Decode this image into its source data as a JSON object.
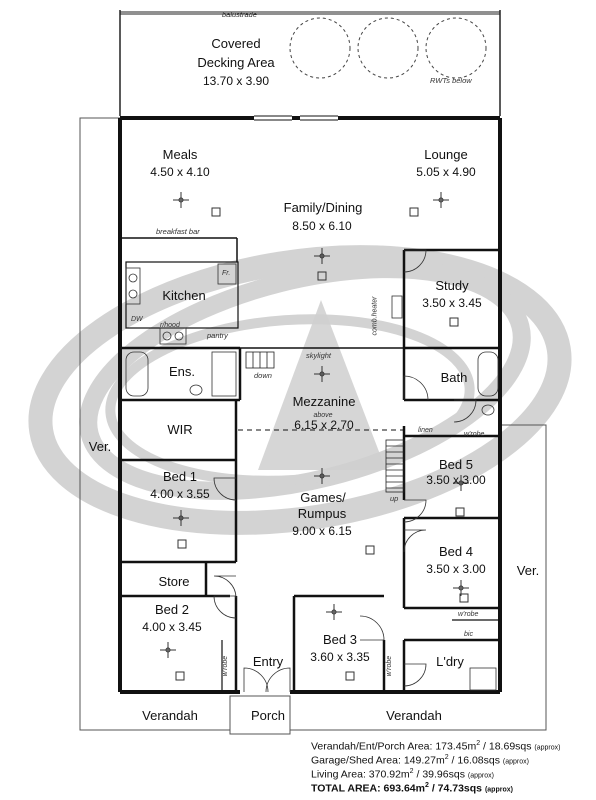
{
  "rooms": {
    "decking": {
      "name_1": "Covered",
      "name_2": "Decking Area",
      "dims": "13.70 x 3.90"
    },
    "meals": {
      "name": "Meals",
      "dims": "4.50 x 4.10"
    },
    "lounge": {
      "name": "Lounge",
      "dims": "5.05 x 4.90"
    },
    "family_dining": {
      "name": "Family/Dining",
      "dims": "8.50 x 6.10"
    },
    "kitchen": {
      "name": "Kitchen"
    },
    "study": {
      "name": "Study",
      "dims": "3.50 x 3.45"
    },
    "ensuite": {
      "name": "Ens."
    },
    "bath": {
      "name": "Bath"
    },
    "mezzanine": {
      "name": "Mezzanine",
      "sub": "above",
      "dims": "6.15 x 2.70"
    },
    "wir": {
      "name": "WIR"
    },
    "bed1": {
      "name": "Bed 1",
      "dims": "4.00 x 3.55"
    },
    "bed5": {
      "name": "Bed 5",
      "dims": "3.50 x 3.00"
    },
    "games": {
      "name_1": "Games/",
      "name_2": "Rumpus",
      "dims": "9.00 x 6.15"
    },
    "bed4": {
      "name": "Bed 4",
      "dims": "3.50 x 3.00"
    },
    "store": {
      "name": "Store"
    },
    "bed2": {
      "name": "Bed 2",
      "dims": "4.00 x 3.45"
    },
    "bed3": {
      "name": "Bed 3",
      "dims": "3.60 x 3.35"
    },
    "laundry": {
      "name": "L'dry"
    },
    "entry": {
      "name": "Entry"
    },
    "porch": {
      "name": "Porch"
    },
    "ver_left": {
      "name": "Ver."
    },
    "ver_right": {
      "name": "Ver."
    },
    "verandah_left": {
      "name": "Verandah"
    },
    "verandah_right": {
      "name": "Verandah"
    }
  },
  "annotations": {
    "balustrade": "balustrade",
    "rwts": "RWTs below",
    "breakfast_bar": "breakfast bar",
    "fr": "Fr.",
    "dw": "DW",
    "rhood": "r/hood",
    "pantry": "pantry",
    "comb_heater": "comb.heater",
    "skylight": "skylight",
    "down": "down",
    "up": "up",
    "linen": "linen",
    "wrobe": "w'robe",
    "bic": "bic"
  },
  "areas": {
    "verandah": {
      "label": "Verandah/Ent/Porch Area:",
      "metric": "173.45m",
      "imperial": "/ 18.69sqs",
      "approx": "(approx)"
    },
    "garage": {
      "label": "Garage/Shed Area:",
      "metric": "149.27m",
      "imperial": "/ 16.08sqs",
      "approx": "(approx)"
    },
    "living": {
      "label": "Living Area:",
      "metric": "370.92m",
      "imperial": "/ 39.96sqs",
      "approx": "(approx)"
    },
    "total": {
      "label": "TOTAL AREA:",
      "metric": "693.64m",
      "imperial": "/ 74.73sqs",
      "approx": "(approx)"
    },
    "sq": "2"
  },
  "colors": {
    "wall": "#111111",
    "watermark": "#cfcfcf",
    "line": "#555555"
  }
}
